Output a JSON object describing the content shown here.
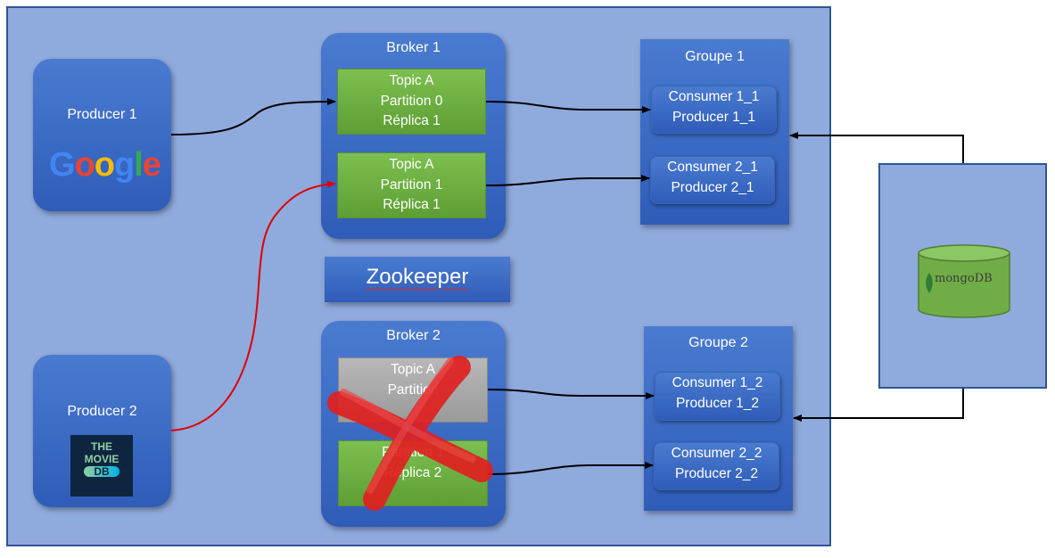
{
  "producers": [
    {
      "label": "Producer 1",
      "logo": "Google",
      "logo_colors": [
        "#4285F4",
        "#EA4335",
        "#FBBC05",
        "#4285F4",
        "#34A853",
        "#EA4335"
      ]
    },
    {
      "label": "Producer 2",
      "logo_lines": [
        "THE",
        "MOVIE",
        "DB"
      ]
    }
  ],
  "brokers": [
    {
      "label": "Broker 1",
      "topics": [
        {
          "lines": [
            "Topic A",
            "Partition 0",
            "Réplica 1"
          ]
        },
        {
          "lines": [
            "Topic A",
            "Partition 1",
            "Réplica 1"
          ]
        }
      ]
    },
    {
      "label": "Broker 2",
      "topics": [
        {
          "lines": [
            "Topic A",
            "Partition",
            ""
          ]
        },
        {
          "lines": [
            "",
            "Partition 1",
            "Réplica 2"
          ]
        }
      ]
    }
  ],
  "zookeeper": {
    "label": "Zookeeper"
  },
  "groups": [
    {
      "label": "Groupe 1",
      "members": [
        {
          "lines": [
            "Consumer 1_1",
            "Producer 1_1"
          ]
        },
        {
          "lines": [
            "Consumer 2_1",
            "Producer 2_1"
          ]
        }
      ]
    },
    {
      "label": "Groupe 2",
      "members": [
        {
          "lines": [
            "Consumer 1_2",
            "Producer 1_2"
          ]
        },
        {
          "lines": [
            "Consumer 2_2",
            "Producer 2_2"
          ]
        }
      ]
    }
  ],
  "database": {
    "name_part1": "mongo",
    "name_part2": "DB"
  },
  "colors": {
    "cluster_bg": "#8FAADC",
    "box_blue": "#3A66C4",
    "topic_green": "#70AD47",
    "failed_gray": "#A6A6A6",
    "failure_x": "#E02020",
    "link_red": "#E00000"
  }
}
